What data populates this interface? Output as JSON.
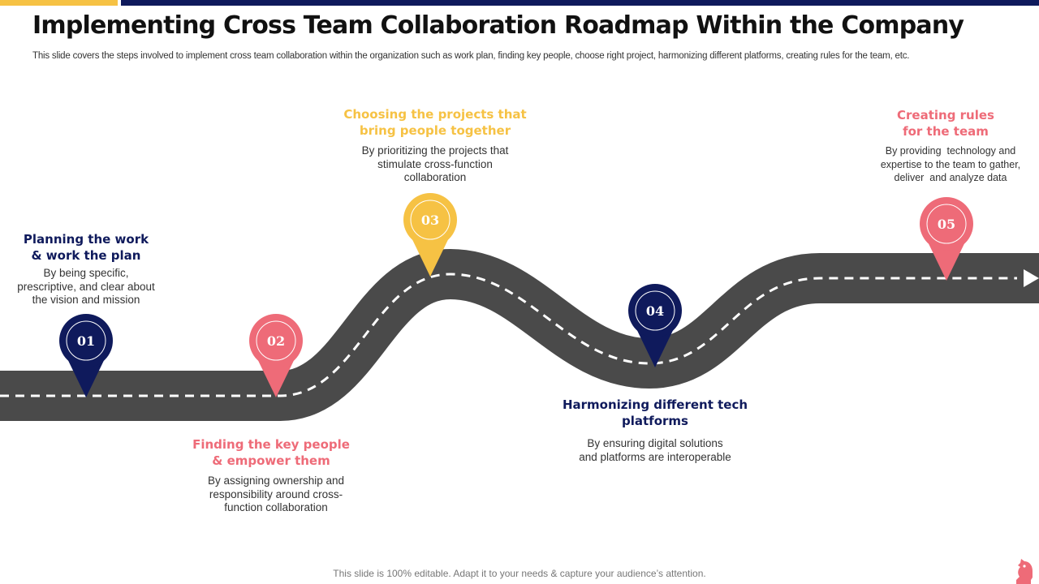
{
  "header": {
    "title": "Implementing Cross Team Collaboration Roadmap Within the Company",
    "subtitle": "This slide covers the steps involved to implement cross team collaboration within the organization such as work plan, finding key people, choose right project, harmonizing different platforms, creating rules for the team, etc."
  },
  "colors": {
    "navy": "#0f1a5c",
    "pink": "#ee6b78",
    "gold": "#f6c244",
    "road": "#4a4a4a"
  },
  "steps": [
    {
      "number": "01",
      "heading_line1": "Planning the work",
      "heading_line2": "& work the plan",
      "desc_line1": "By being specific,",
      "desc_line2": "prescriptive, and clear about",
      "desc_line3": "the vision and mission"
    },
    {
      "number": "02",
      "heading_line1": "Finding the key people",
      "heading_line2": "& empower them",
      "desc_line1": "By assigning ownership and",
      "desc_line2": "responsibility around cross-",
      "desc_line3": "function collaboration"
    },
    {
      "number": "03",
      "heading_line1": "Choosing the projects that",
      "heading_line2": "bring people together",
      "desc_line1": "By prioritizing the projects that",
      "desc_line2": "stimulate cross-function",
      "desc_line3": "collaboration"
    },
    {
      "number": "04",
      "heading_line1": "Harmonizing different tech",
      "heading_line2": "platforms",
      "desc_line1": "By ensuring digital solutions",
      "desc_line2": "and platforms are interoperable",
      "desc_line3": ""
    },
    {
      "number": "05",
      "heading_line1": "Creating rules",
      "heading_line2": "for the team",
      "desc_line1": "By providing  technology and",
      "desc_line2": "expertise to the team to gather,",
      "desc_line3": "deliver  and analyze data"
    }
  ],
  "footer": {
    "text": "This slide is 100% editable. Adapt it to your needs & capture your audience’s attention."
  },
  "icons": {
    "brand": "chess-knight-icon",
    "road_end": "arrow-right-icon"
  }
}
